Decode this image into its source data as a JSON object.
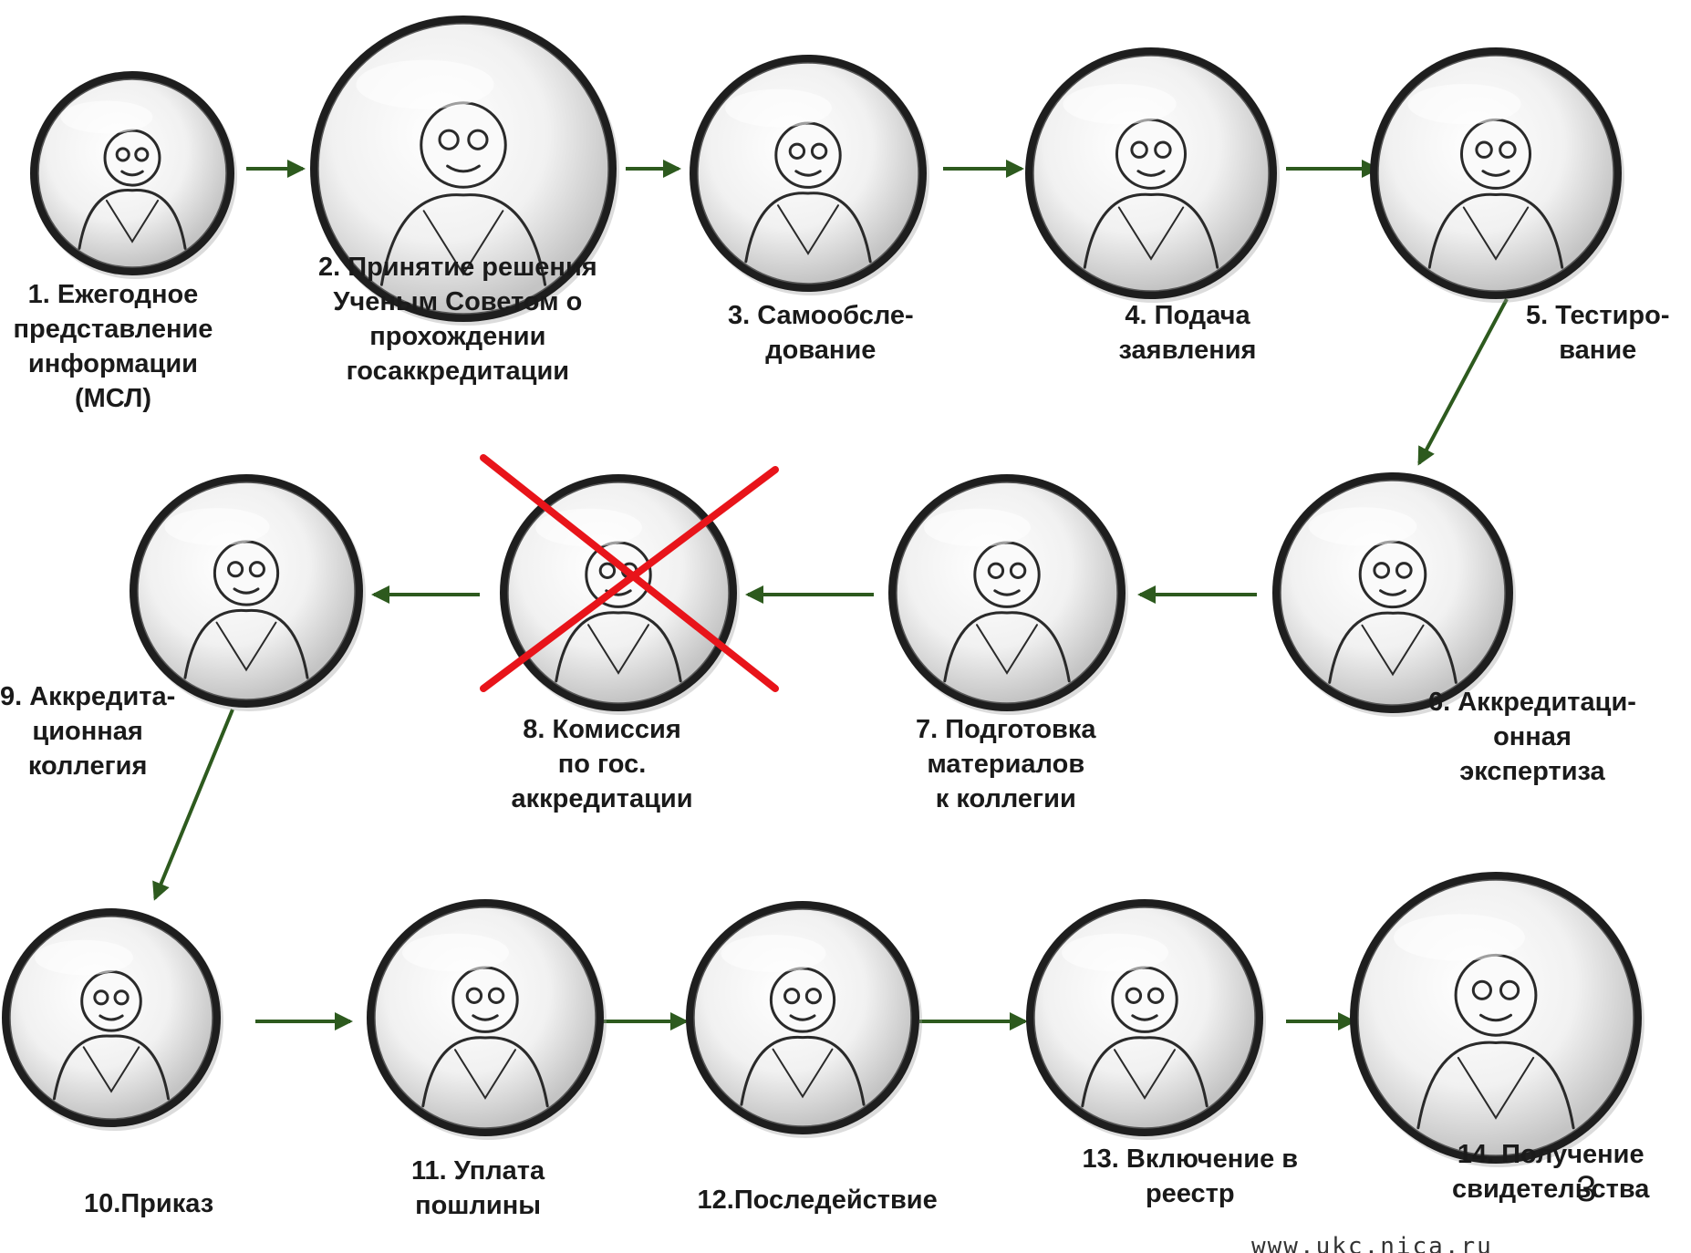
{
  "steps": [
    {
      "number": 1,
      "label": "1. Ежегодное\nпредставление\nинформации\n(МСЛ)",
      "icon": "binary-thought-person-icon"
    },
    {
      "number": 2,
      "label": "2. Принятие решения\nУченым Советом о\nпрохождении\nгосаккредитации",
      "icon": "raised-finger-person-icon"
    },
    {
      "number": 3,
      "label": "3. Самообсле-\nдование",
      "icon": "pen-thinking-person-icon"
    },
    {
      "number": 4,
      "label": "4. Подача\nзаявления",
      "icon": "buried-in-papers-hand-icon"
    },
    {
      "number": 5,
      "label": "5. Тестиро-\nвание",
      "icon": "question-marks-person-icon"
    },
    {
      "number": 6,
      "label": "6. Аккредитаци-\nонная\nэкспертиза",
      "icon": "detective-inspector-icon"
    },
    {
      "number": 7,
      "label": "7. Подготовка\nматериалов\nк коллегии",
      "icon": "paper-stack-person-icon"
    },
    {
      "number": 8,
      "label": "8. Комиссия\nпо гос.\nаккредитации",
      "icon": "shark-commission-icon",
      "crossed_out": true
    },
    {
      "number": 9,
      "label": "9. Аккредита-\nционная\nколлегия",
      "icon": "juggling-person-icon"
    },
    {
      "number": 10,
      "label": "10.Приказ",
      "icon": "pointing-officer-icon"
    },
    {
      "number": 11,
      "label": "11. Уплата\nпошлины",
      "icon": "bag-carrying-person-icon"
    },
    {
      "number": 12,
      "label": "12.Последействие",
      "icon": "falling-person-icon"
    },
    {
      "number": 13,
      "label": "13. Включение в\nреестр",
      "icon": "document-handover-icon"
    },
    {
      "number": 14,
      "label": "14. Получение\nсвидетельства",
      "icon": "certificate-person-icon"
    }
  ],
  "page_number": "3",
  "footer_url": "www.ukc.nica.ru",
  "colors": {
    "arrow": "#2d5a1e",
    "cross": "#e8141a",
    "rim": "#1e1e1e",
    "lens": "#dcdcdc"
  }
}
